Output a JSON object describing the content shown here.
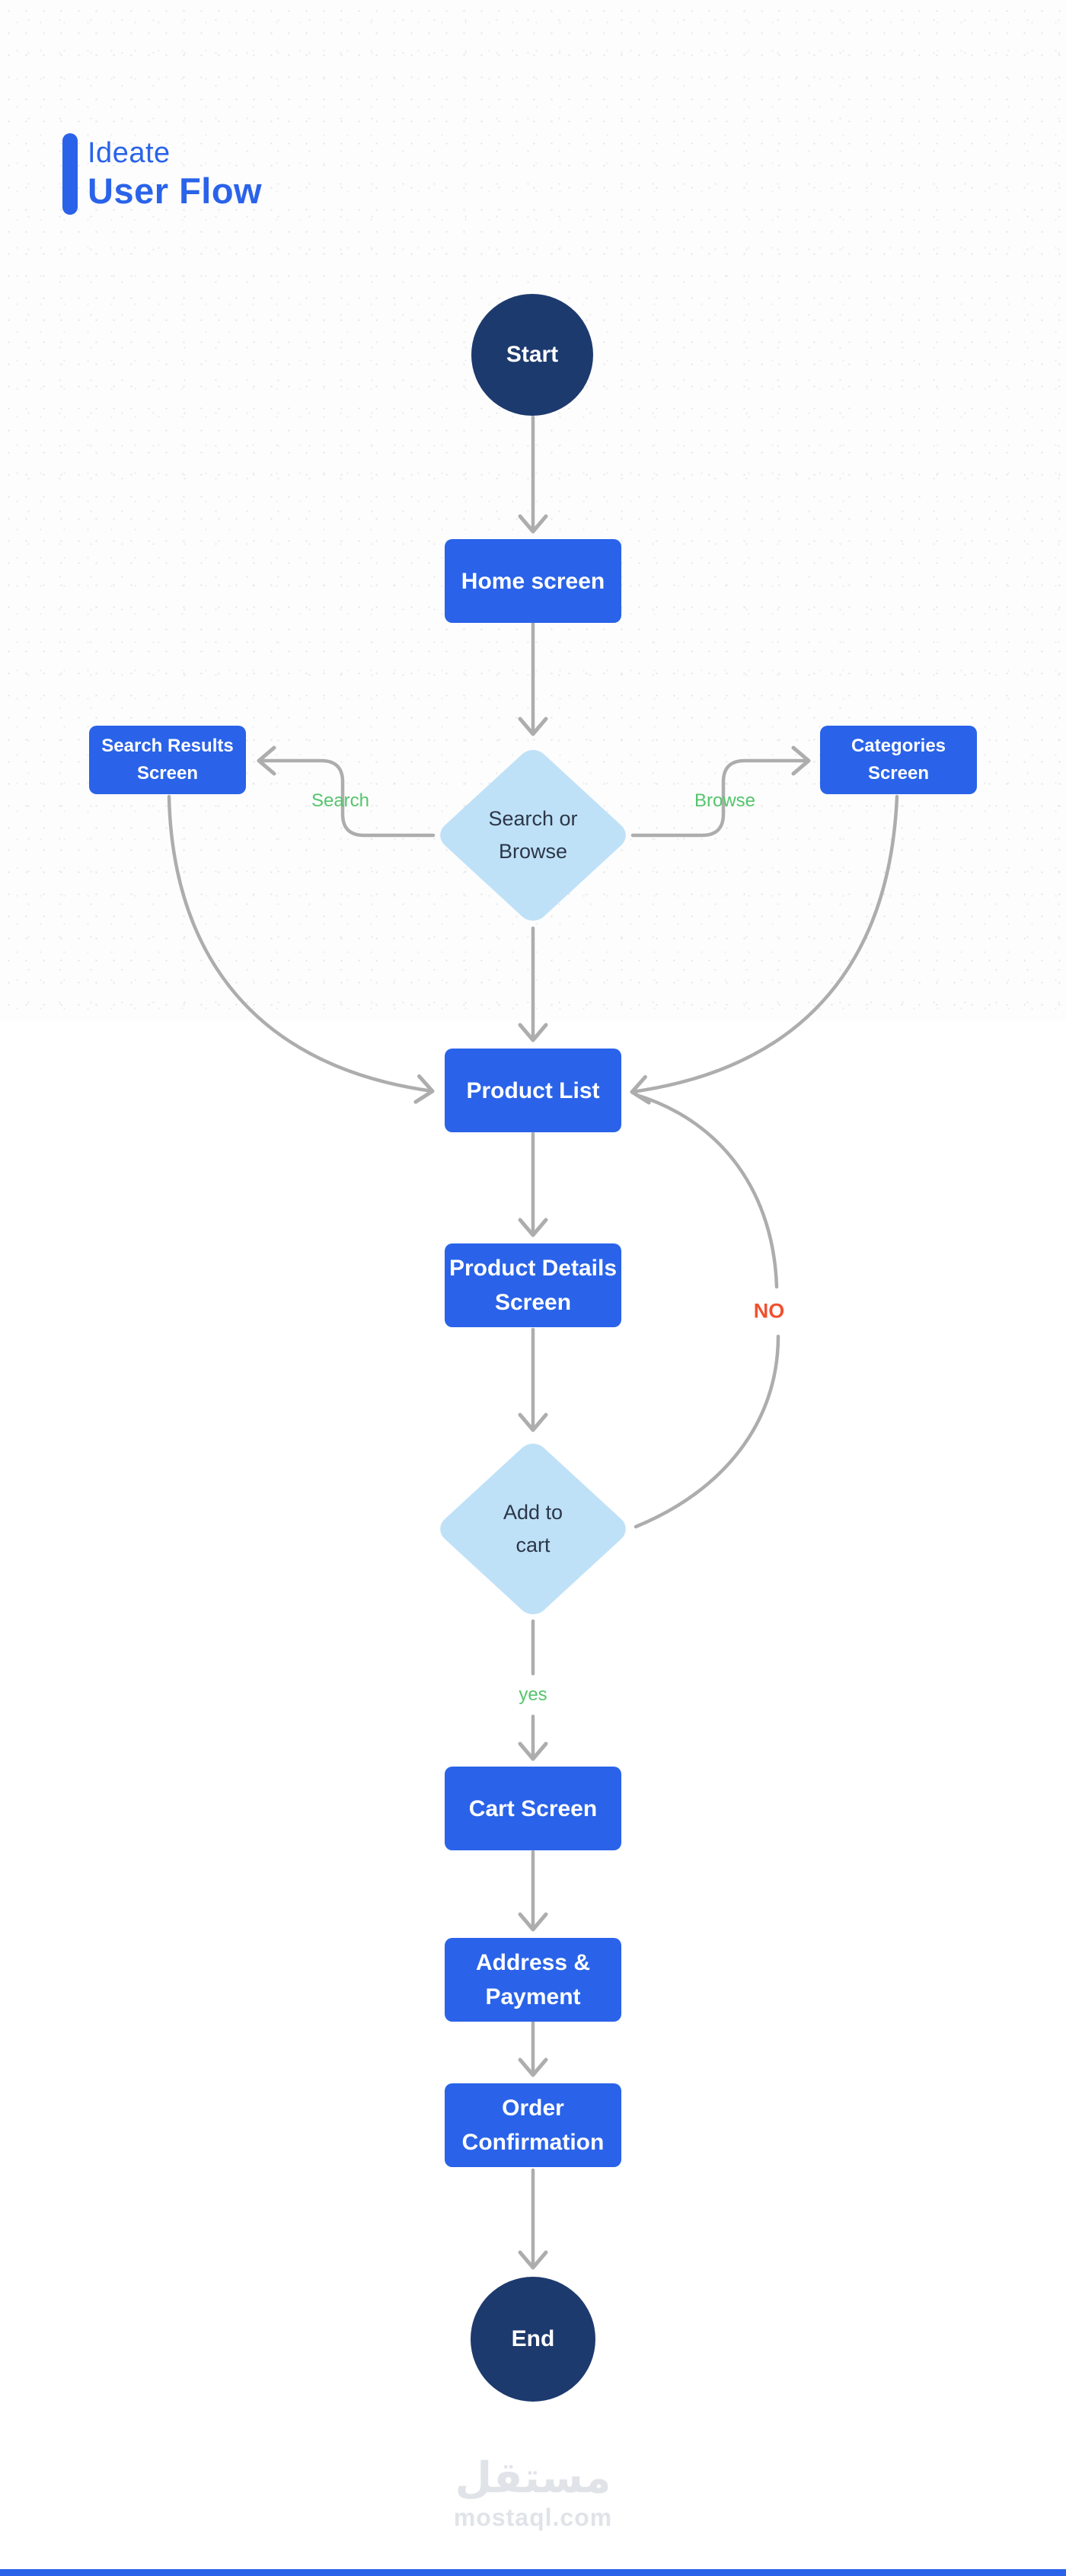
{
  "title": {
    "eyebrow": "Ideate",
    "heading": "User Flow"
  },
  "nodes": {
    "start": {
      "label": "Start"
    },
    "home": {
      "label": "Home screen"
    },
    "decision_search_browse": {
      "line1": "Search or",
      "line2": "Browse"
    },
    "search_results": {
      "line1": "Search Results",
      "line2": "Screen"
    },
    "categories": {
      "line1": "Categories",
      "line2": "Screen"
    },
    "product_list": {
      "label": "Product List"
    },
    "product_details": {
      "line1": "Product Details",
      "line2": "Screen"
    },
    "decision_add_to_cart": {
      "line1": "Add to",
      "line2": "cart"
    },
    "cart": {
      "label": "Cart Screen"
    },
    "address_payment": {
      "line1": "Address &",
      "line2": "Payment"
    },
    "order_confirmation": {
      "line1": "Order",
      "line2": "Confirmation"
    },
    "end": {
      "label": "End"
    }
  },
  "edge_labels": {
    "search": "Search",
    "browse": "Browse",
    "no": "NO",
    "yes": "yes"
  },
  "watermark": {
    "arabic": "مستقل",
    "latin": "mostaql.com"
  },
  "colors": {
    "accent": "#2a63e9",
    "navy": "#1d3a6e",
    "diamond": "#bfe1f8",
    "diamondText": "#2b3748",
    "line": "#adadad",
    "green": "#55c46d",
    "orange": "#f0502f",
    "watermark": "#e0e3e8"
  }
}
